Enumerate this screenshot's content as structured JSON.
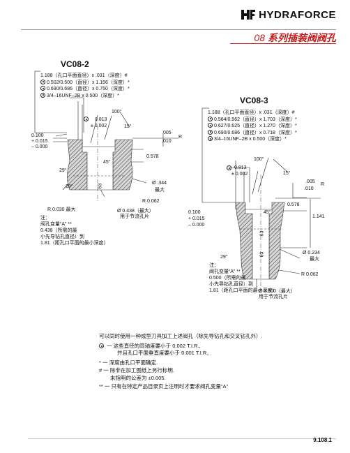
{
  "header": {
    "brand": "HYDRAFORCE",
    "section_num": "08",
    "section_title": "系列插装阀阀孔"
  },
  "vc082": {
    "title": "VC08-2",
    "spec_lines": [
      "1.188（孔口平面直径）x .031（深度）#",
      "0.502/0.500（直径）x 1.156（深度）*",
      "0.690/0.686（直径）x 0.750（深度）*",
      "3/4–16UNF–2B x 0.500（深度）*"
    ],
    "dim_0813": "0.813",
    "dim_0813_tol": "± 0.002",
    "dim_100": "100°",
    "dim_15": "15°",
    "dim_005": ".005",
    "dim_010": ".010",
    "dim_R": "R",
    "dim_0100": "0.100",
    "dim_0100_plus": "+ 0.015",
    "dim_0100_minus": "– 0.000",
    "dim_29a": "29°",
    "dim_29b": "29°",
    "dim_45": "45°",
    "dim_63": "63",
    "dim_0578": "0.578",
    "dim_344": "Ø .344",
    "dim_344_sub": "最大",
    "dim_R0062": "R  0.062",
    "dim_R0030": "R  0.030 最大",
    "dim_0438": "Ø 0.438（最大）",
    "dim_0438_sub": "用于节流孔片",
    "note_label": "注：",
    "note_lines": [
      "阀孔变量“A” **",
      "0.438（所需的最",
      "小先导钻孔直径）到",
      "1.81（距孔口平面的最小深度）"
    ]
  },
  "vc083": {
    "title": "VC08-3",
    "spec_lines": [
      "1.188（孔口平面直径）x .031（深度）#",
      "0.564/0.562（直径）x 1.703（深度）*",
      "0.627/0.625（直径）x 1.270（深度）*",
      "0.690/0.686（直径）x 0.718（深度）*",
      "3/4–16UNF–2B x 0.500（深度）*"
    ],
    "dim_100": "100°",
    "dim_0813": "0.813",
    "dim_0813_tol": "± 0.002",
    "dim_15": "15°",
    "dim_005": ".005",
    "dim_010": ".010",
    "dim_R": "R",
    "dim_0578": "0.578",
    "dim_1141": "1.141",
    "dim_0100": "0.100",
    "dim_0100_plus": "+ 0.015",
    "dim_0100_minus": "– 0.000",
    "dim_45": "45°",
    "dim_63a": "63",
    "dim_63b": "63",
    "dim_29": "29°",
    "dim_0234": "Ø  0.234",
    "dim_0234_sub": "最大",
    "dim_R0062": "R  0.062",
    "dim_0500": "Ø 0.500（最大）",
    "dim_0500_sub": "用于节流孔片",
    "note_label": "注：",
    "note_lines": [
      "阀孔变量“A” **",
      "0.500（所需的最",
      "小先导钻孔直径）到",
      "1.81（距孔口平面的最小深度）"
    ]
  },
  "footnotes": {
    "intro": "可以同时使用一种成型刀具加工上述阀孔（除先导钻孔和交叉钻孔外）.",
    "line1a": "一  这些直径的同轴度要小于 0.002 T.I.R.,",
    "line1b": "并且孔口平面垂直度要小于 0.001 T.I.R..",
    "line2_sym": "*",
    "line2": "一  深度由孔口平面确定.",
    "line3_sym": "#",
    "line3": "一  除非在加工图纸上另行标明.",
    "line3b": "未指明的公差为 ±0.005.",
    "line4_sym": "**",
    "line4": "一  只有在特定产品目录页上注明时才要求阀孔变量“A”"
  },
  "page_number": "9.108.1",
  "colors": {
    "accent": "#c01b1b",
    "hatch": "#333333"
  }
}
